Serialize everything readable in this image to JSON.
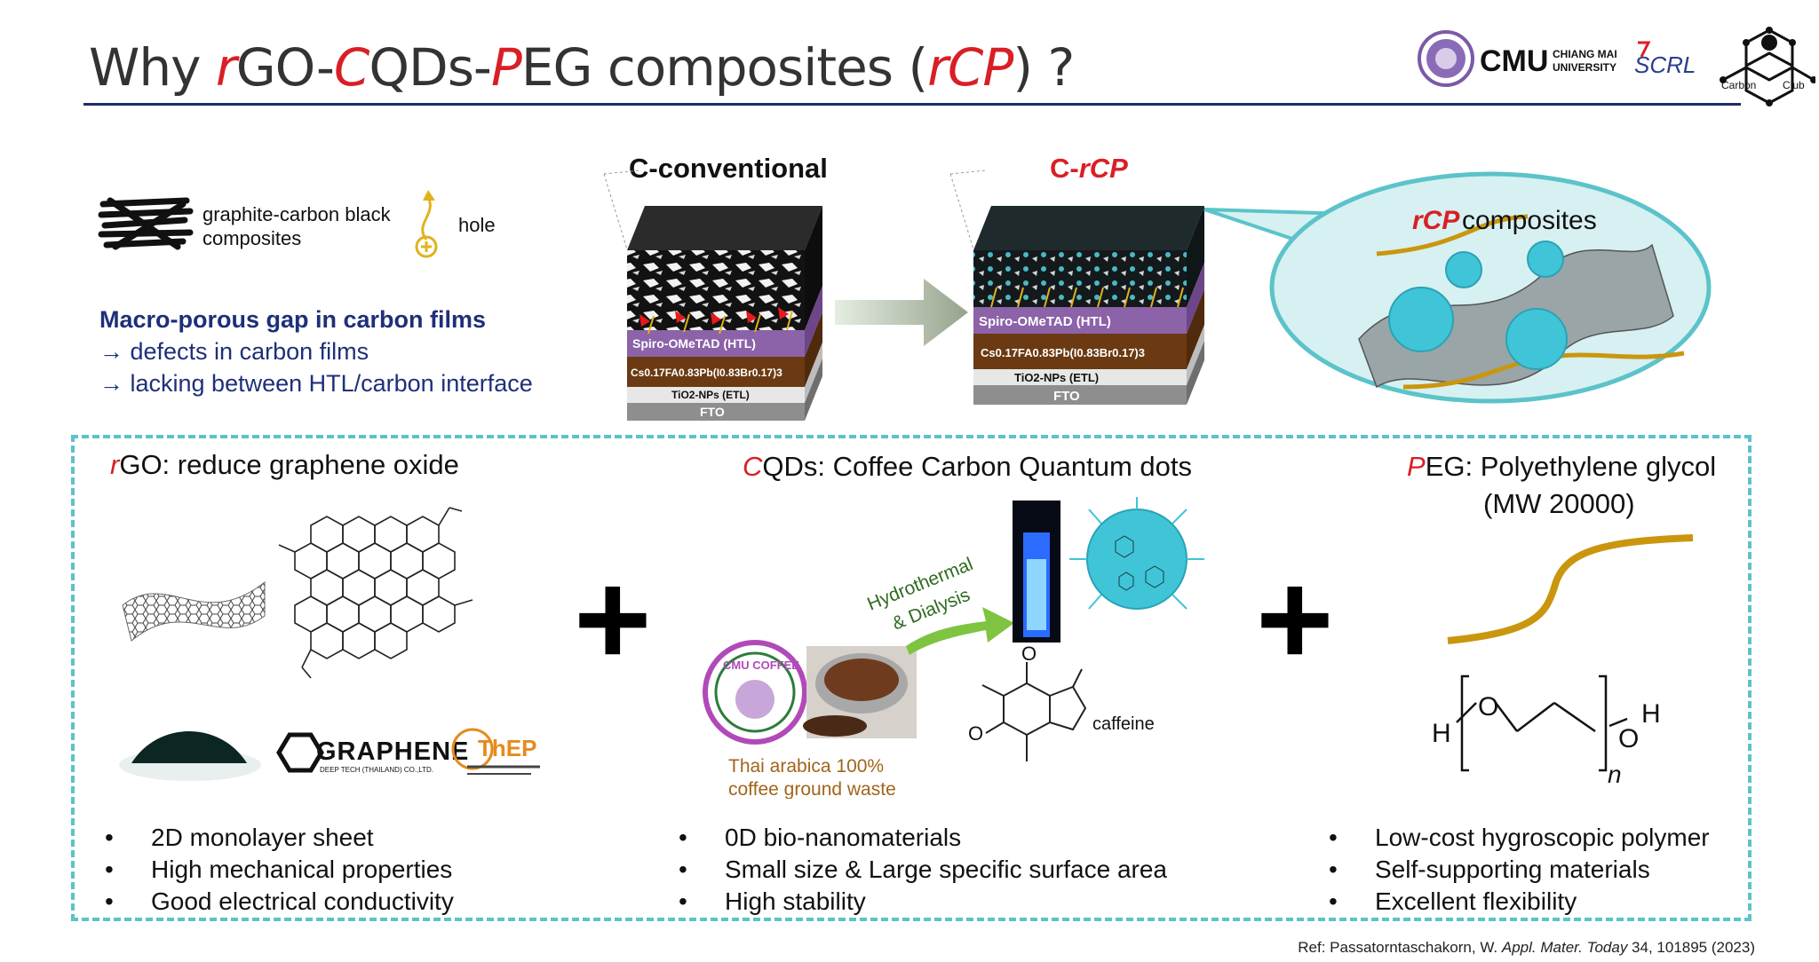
{
  "title": {
    "p1": "Why ",
    "r1": "r",
    "p2": "GO-",
    "r2": "C",
    "p3": "QDs-",
    "r3": "P",
    "p4": "EG composites (",
    "r4": "rCP",
    "p5": ") ?"
  },
  "logos": {
    "cmu_text": "CMU",
    "cmu_sub1": "CHIANG MAI",
    "cmu_sub2": "UNIVERSITY",
    "scrl": "SCRL",
    "club_1": "Carbon",
    "club_2": "Club"
  },
  "legend": {
    "composite_line1": "graphite-carbon black",
    "composite_line2": "composites",
    "hole": "hole"
  },
  "porous": {
    "head": "Macro-porous gap in carbon films",
    "line1": "→ defects in carbon films",
    "line2": "→ lacking between HTL/carbon interface"
  },
  "stacks": {
    "conventional": "C-conventional",
    "rcp_prefix": "C-",
    "rcp_suffix": "rCP",
    "layers": {
      "htl": "Spiro-OMeTAD (HTL)",
      "perov": "Cs0.17FA0.83Pb(I0.83Br0.17)3",
      "etl": "TiO2-NPs (ETL)",
      "fto": "FTO"
    },
    "bubble_red": "rCP",
    "bubble_rest": " composites"
  },
  "rgo": {
    "title_red": "r",
    "title_rest": "GO: reduce graphene oxide",
    "brand": "GRAPHENE",
    "brand_sub": "DEEP TECH (THAILAND) CO.,LTD.",
    "thep": "ThEP",
    "bullets": [
      "2D monolayer sheet",
      "High mechanical properties",
      "Good electrical conductivity"
    ]
  },
  "cqd": {
    "title_red": "C",
    "title_rest": "QDs: Coffee Carbon Quantum dots",
    "arrow_line1": "Hydrothermal",
    "arrow_line2": "& Dialysis",
    "coffee_line1": "Thai arabica 100%",
    "coffee_line2": "coffee ground waste",
    "cmu_coffee": "CMU COFFEE",
    "caffeine": "caffeine",
    "bullets": [
      "0D bio-nanomaterials",
      "Small size & Large specific surface area",
      "High stability"
    ]
  },
  "peg": {
    "title_red": "P",
    "title_rest": "EG: Polyethylene glycol",
    "title_line2": "(MW 20000)",
    "bullets": [
      "Low-cost hygroscopic polymer",
      "Self-supporting materials",
      "Excellent flexibility"
    ]
  },
  "reference": {
    "prefix": "Ref: Passatorntaschakorn, W. ",
    "journal": "Appl. Mater. Today",
    "suffix": " 34, 101895 (2023)"
  },
  "colors": {
    "accent_red": "#d91f26",
    "navy": "#1e2f7a",
    "teal": "#5bc3c9",
    "htl_purple": "#8c62a8",
    "perovskite": "#6b3a12",
    "gold": "#c9960e"
  }
}
